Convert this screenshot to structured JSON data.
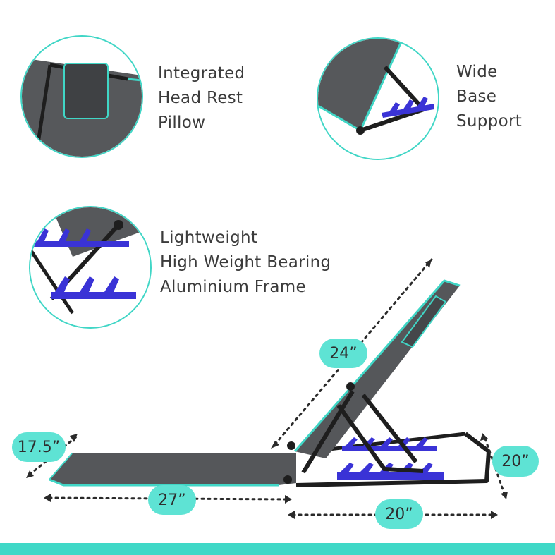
{
  "features": [
    {
      "lines": [
        "Integrated",
        "Head Rest",
        "Pillow"
      ]
    },
    {
      "lines": [
        "Wide",
        "Base",
        "Support"
      ]
    },
    {
      "lines": [
        "Lightweight",
        "High Weight Bearing",
        "Aluminium Frame"
      ]
    }
  ],
  "dimensions": {
    "backrest_length": "24”",
    "base_width": "17.5”",
    "base_length": "27”",
    "frame_depth": "20”",
    "frame_width": "20”"
  },
  "colors": {
    "accent": "#40d6c6",
    "pill": "#5ee3d4",
    "frame": "#1e1e1e",
    "fabric": "#55575a",
    "notch": "#3a33d6",
    "text": "#3b3b3b"
  }
}
